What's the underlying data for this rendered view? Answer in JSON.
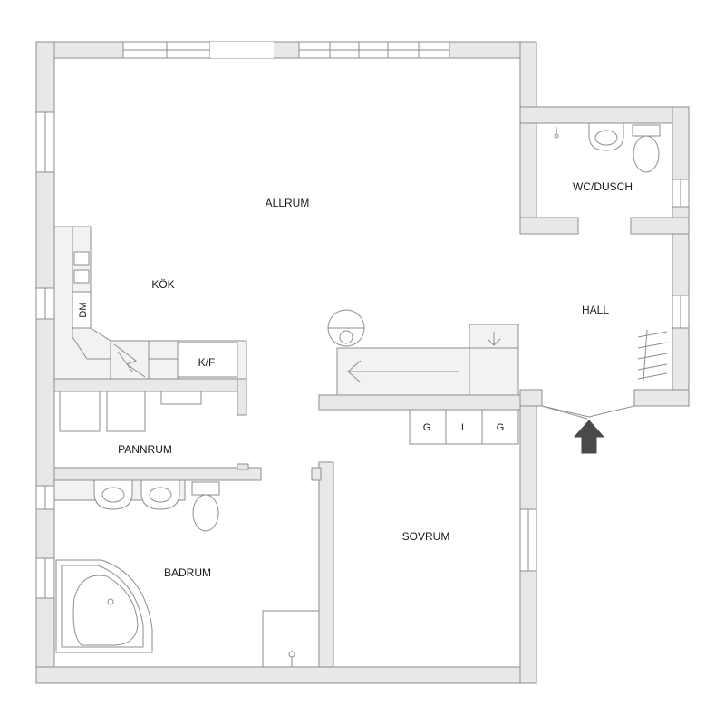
{
  "rooms": {
    "allrum": "ALLRUM",
    "kok": "KÖK",
    "wc_dusch": "WC/DUSCH",
    "hall": "HALL",
    "pannrum": "PANNRUM",
    "badrum": "BADRUM",
    "sovrum": "SOVRUM"
  },
  "fixtures": {
    "dm": "DM",
    "kf": "K/F",
    "closet_left": "G",
    "closet_mid": "L",
    "closet_right": "G"
  },
  "colors": {
    "wall_fill": "#e8e8e8",
    "wall_stroke": "#8e8e8e",
    "entrance_arrow": "#4a4a4a"
  },
  "icons": {
    "entrance": "entrance-arrow-icon",
    "stairs": "stairs-arrow-icon"
  }
}
